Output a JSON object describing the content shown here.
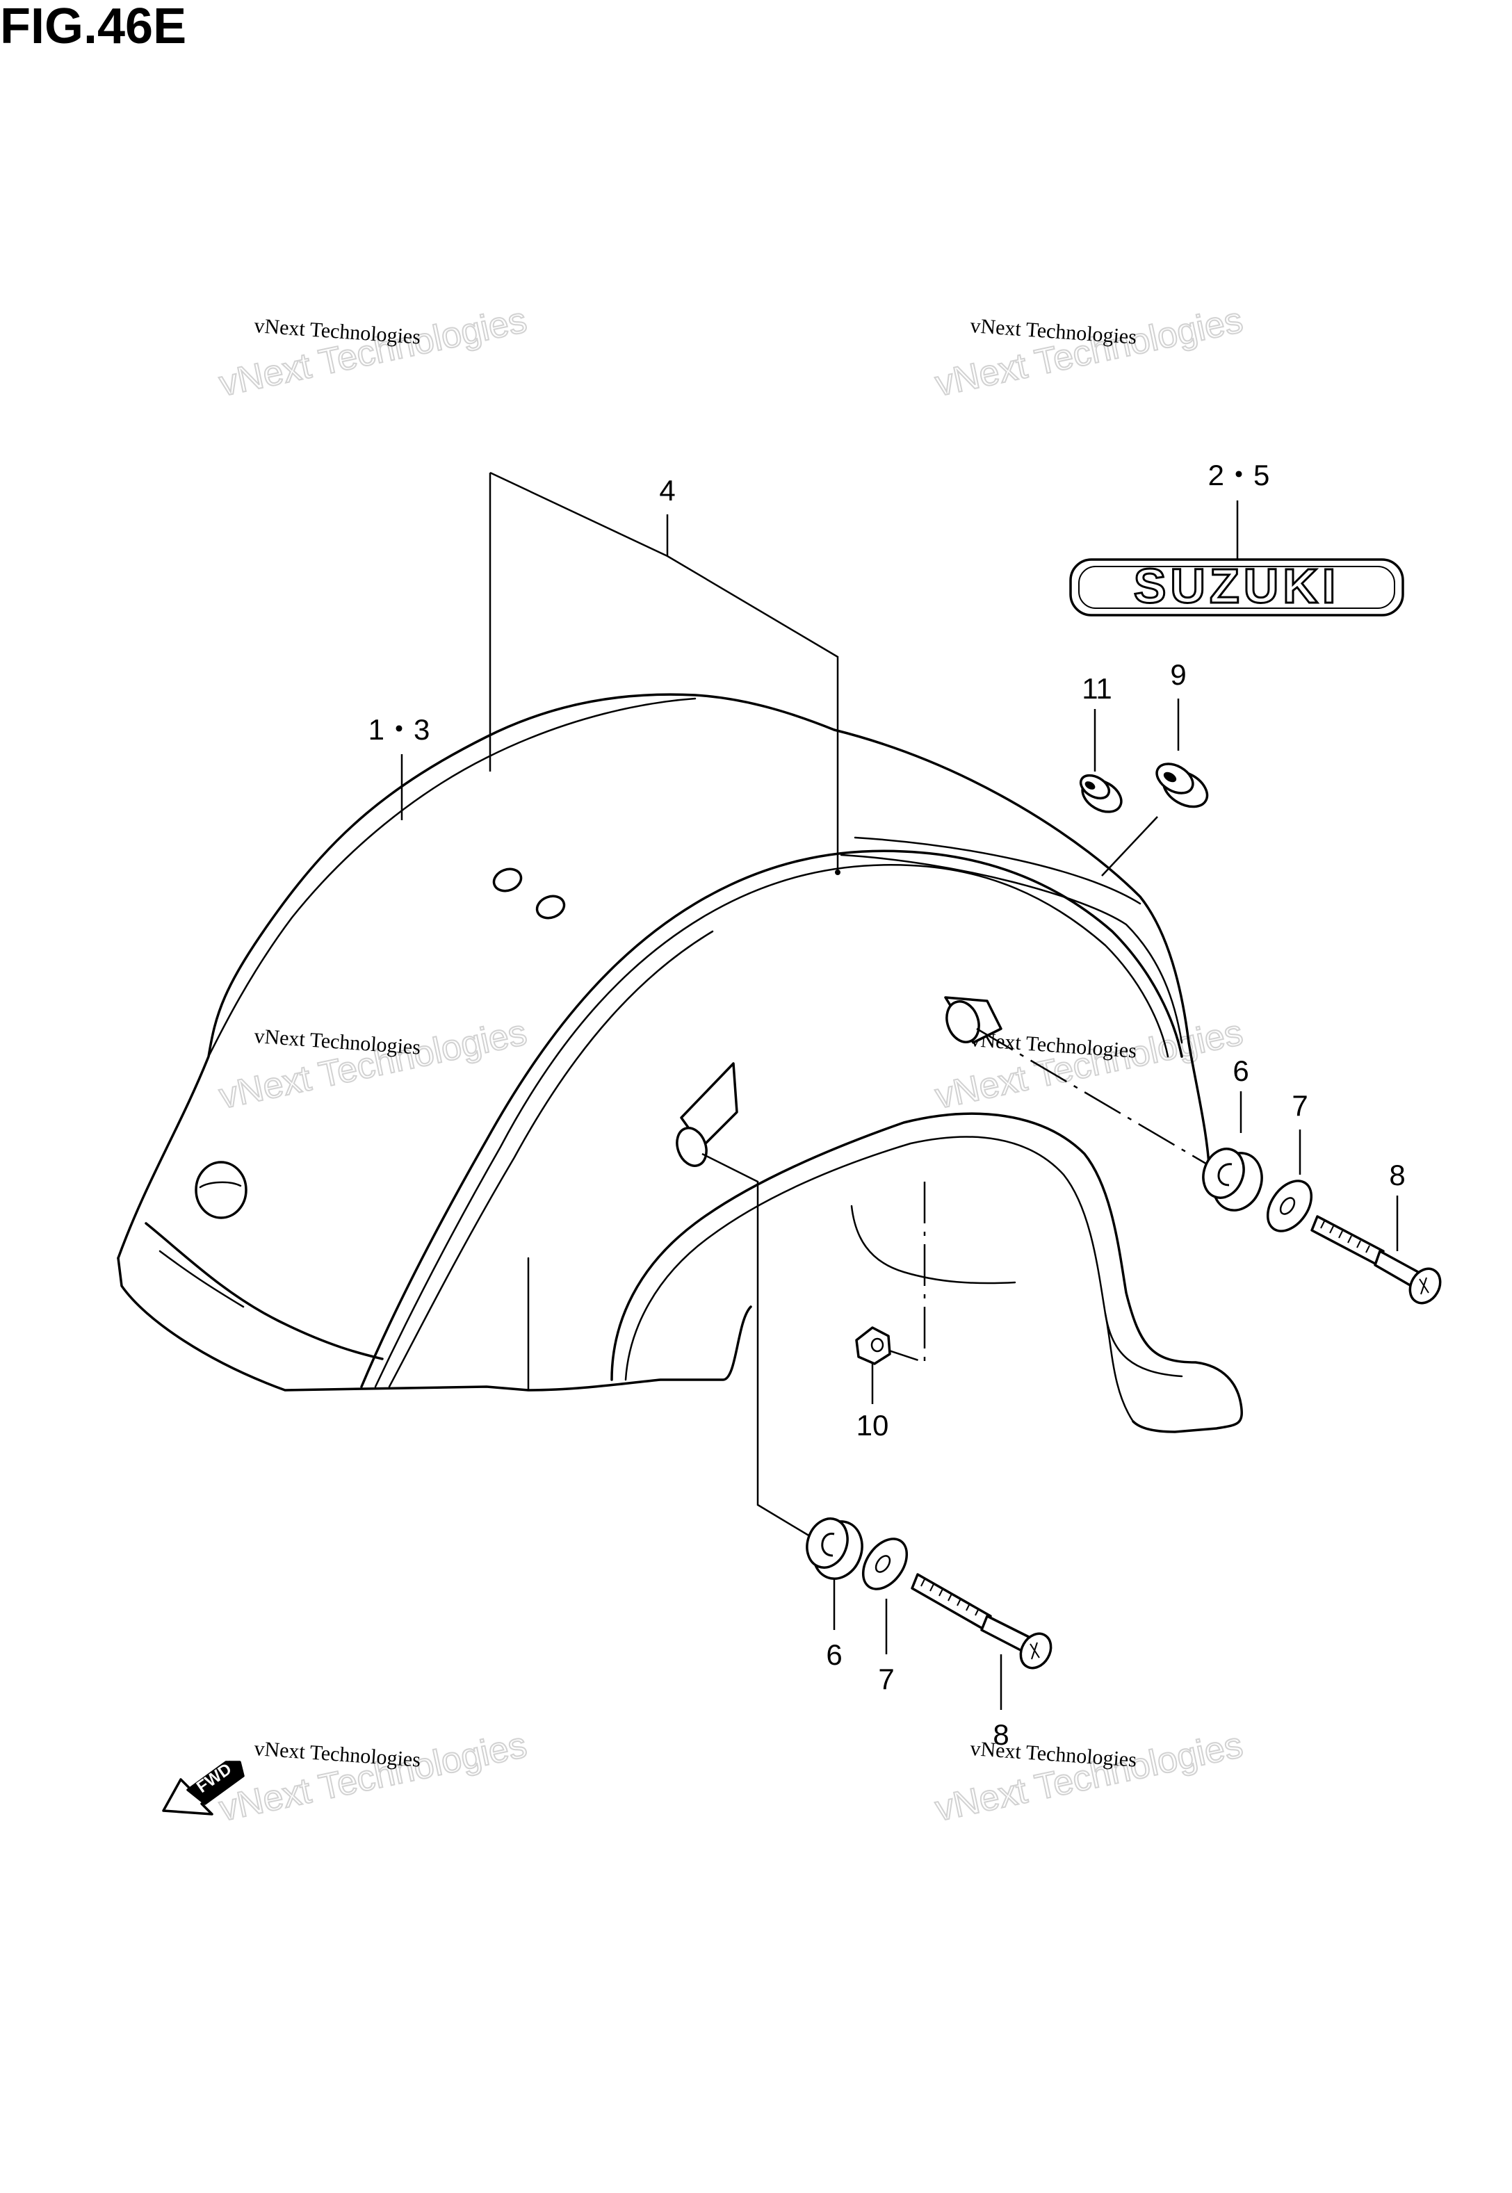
{
  "figure": {
    "title": "FIG.46E"
  },
  "watermarks": [
    {
      "line1": "vNext Technologies",
      "line2": "vNext Technologies"
    },
    {
      "line1": "vNext Technologies",
      "line2": "vNext Technologies"
    },
    {
      "line1": "vNext Technologies",
      "line2": "vNext Technologies"
    },
    {
      "line1": "vNext Technologies",
      "line2": "vNext Technologies"
    },
    {
      "line1": "vNext Technologies",
      "line2": "vNext Technologies"
    },
    {
      "line1": "vNext Technologies",
      "line2": "vNext Technologies"
    }
  ],
  "emblem": {
    "text": "SUZUKI"
  },
  "direction_marker": {
    "text": "FWD"
  },
  "callouts": {
    "fender": "1・3",
    "emblem": "2・5",
    "sheet": "4",
    "cushion_upper": "6",
    "washer_upper": "7",
    "bolt_upper": "8",
    "grommet_9": "9",
    "grommet_11": "11",
    "nut_10": "10",
    "cushion_lower": "6",
    "washer_lower": "7",
    "bolt_lower": "8"
  }
}
